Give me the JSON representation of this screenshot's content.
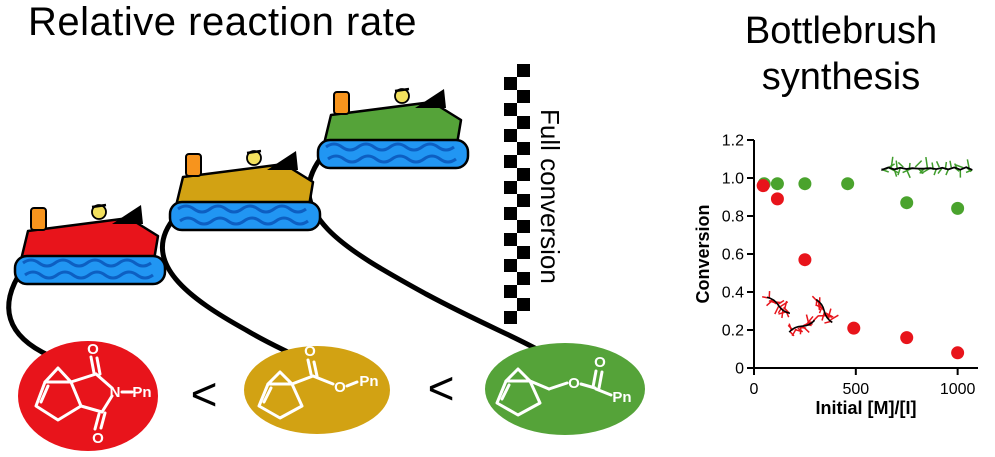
{
  "palette": {
    "red": "#e8141b",
    "gold": "#d2a213",
    "green": "#55a339",
    "water_blue": "#2196f3",
    "wave_blue": "#0d5fc2",
    "orange": "#f7941d",
    "black": "#000000",
    "white": "#ffffff"
  },
  "header": {
    "left_title": "Relative reaction rate"
  },
  "race": {
    "less_than_left": "<",
    "less_than_right": "<",
    "finish_label": "Full conversion",
    "molecules": [
      {
        "name": "norbornene-imide",
        "o_top": "O",
        "n": "N",
        "o_bottom": "O",
        "pn": "Pn"
      },
      {
        "name": "norbornene-ester",
        "o_top": "O",
        "o_ester": "O",
        "pn": "Pn"
      },
      {
        "name": "norbornene-methylene-ester",
        "o_top": "O",
        "o_ester": "O",
        "pn": "Pn"
      }
    ]
  },
  "bottlebrush": {
    "title_line1": "Bottlebrush",
    "title_line2": "synthesis"
  },
  "chart_data": {
    "type": "scatter",
    "title": "Bottlebrush synthesis",
    "xlabel": "Initial [M]/[I]",
    "ylabel": "Conversion",
    "xlim": [
      0,
      1100
    ],
    "ylim": [
      0,
      1.2
    ],
    "grid": false,
    "legend": "none",
    "xticks": {
      "values": [
        0,
        500,
        1000
      ],
      "labels": [
        "0",
        "500",
        "1000"
      ]
    },
    "yticks": {
      "values": [
        0,
        0.2,
        0.4,
        0.6,
        0.8,
        1.0,
        1.2
      ],
      "labels": [
        "0",
        "0.2",
        "0.4",
        "0.6",
        "0.8",
        "1.0",
        "1.2"
      ]
    },
    "series": [
      {
        "name": "green",
        "color": "#4aa32d",
        "points": [
          [
            50,
            0.97
          ],
          [
            115,
            0.97
          ],
          [
            250,
            0.97
          ],
          [
            460,
            0.97
          ],
          [
            750,
            0.87
          ],
          [
            1000,
            0.84
          ]
        ]
      },
      {
        "name": "red",
        "color": "#e8141b",
        "points": [
          [
            45,
            0.96
          ],
          [
            115,
            0.89
          ],
          [
            250,
            0.57
          ],
          [
            490,
            0.21
          ],
          [
            750,
            0.16
          ],
          [
            1000,
            0.08
          ]
        ]
      }
    ],
    "annotations": [
      {
        "kind": "brush_line",
        "x1": 630,
        "x2": 1085,
        "y": 1.05,
        "color": "#3f9c2b"
      },
      {
        "kind": "brush_spot",
        "x": 120,
        "y": 0.33,
        "rot": 35,
        "color": "#e8141b"
      },
      {
        "kind": "brush_spot",
        "x": 235,
        "y": 0.22,
        "rot": -25,
        "color": "#e8141b"
      },
      {
        "kind": "brush_spot",
        "x": 345,
        "y": 0.3,
        "rot": 55,
        "color": "#e8141b"
      }
    ]
  }
}
